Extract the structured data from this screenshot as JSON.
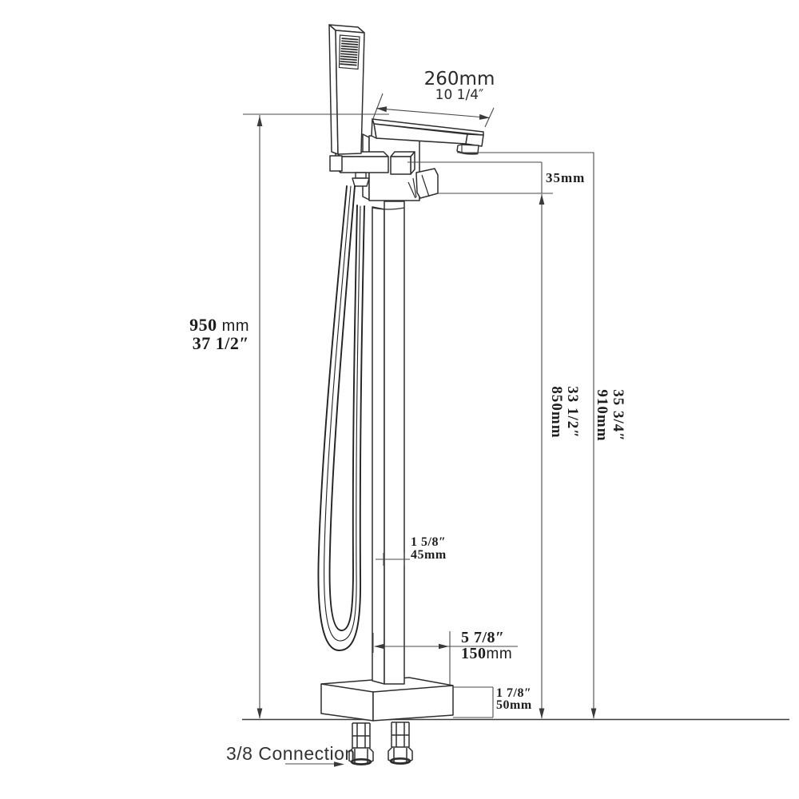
{
  "diagram": {
    "kind": "technical-dimension-drawing",
    "subject": "freestanding-tub-faucet-with-hand-shower",
    "background_color": "#ffffff",
    "object_line_color": "#2e2e2e",
    "dimension_line_color": "#4a4a4a",
    "dims": {
      "overall_height": {
        "metric_value": "950",
        "metric_unit": "mm",
        "imperial": "37 1/2″"
      },
      "spout_reach": {
        "metric": "260mm",
        "imperial": "10 1/4″"
      },
      "spout_offset": {
        "metric": "35mm"
      },
      "floor_to_spout": {
        "imperial": "35 3/4″",
        "metric": "910mm"
      },
      "floor_to_handle": {
        "imperial": "33 1/2″",
        "metric": "850mm"
      },
      "column_width": {
        "imperial": "1 5/8″",
        "metric": "45mm"
      },
      "base_offset": {
        "imperial": "5 7/8″",
        "metric_value": "150",
        "metric_unit": "mm"
      },
      "base_height": {
        "imperial": "1 7/8″",
        "metric": "50mm"
      },
      "connection_label": "3/8  Connection"
    }
  }
}
